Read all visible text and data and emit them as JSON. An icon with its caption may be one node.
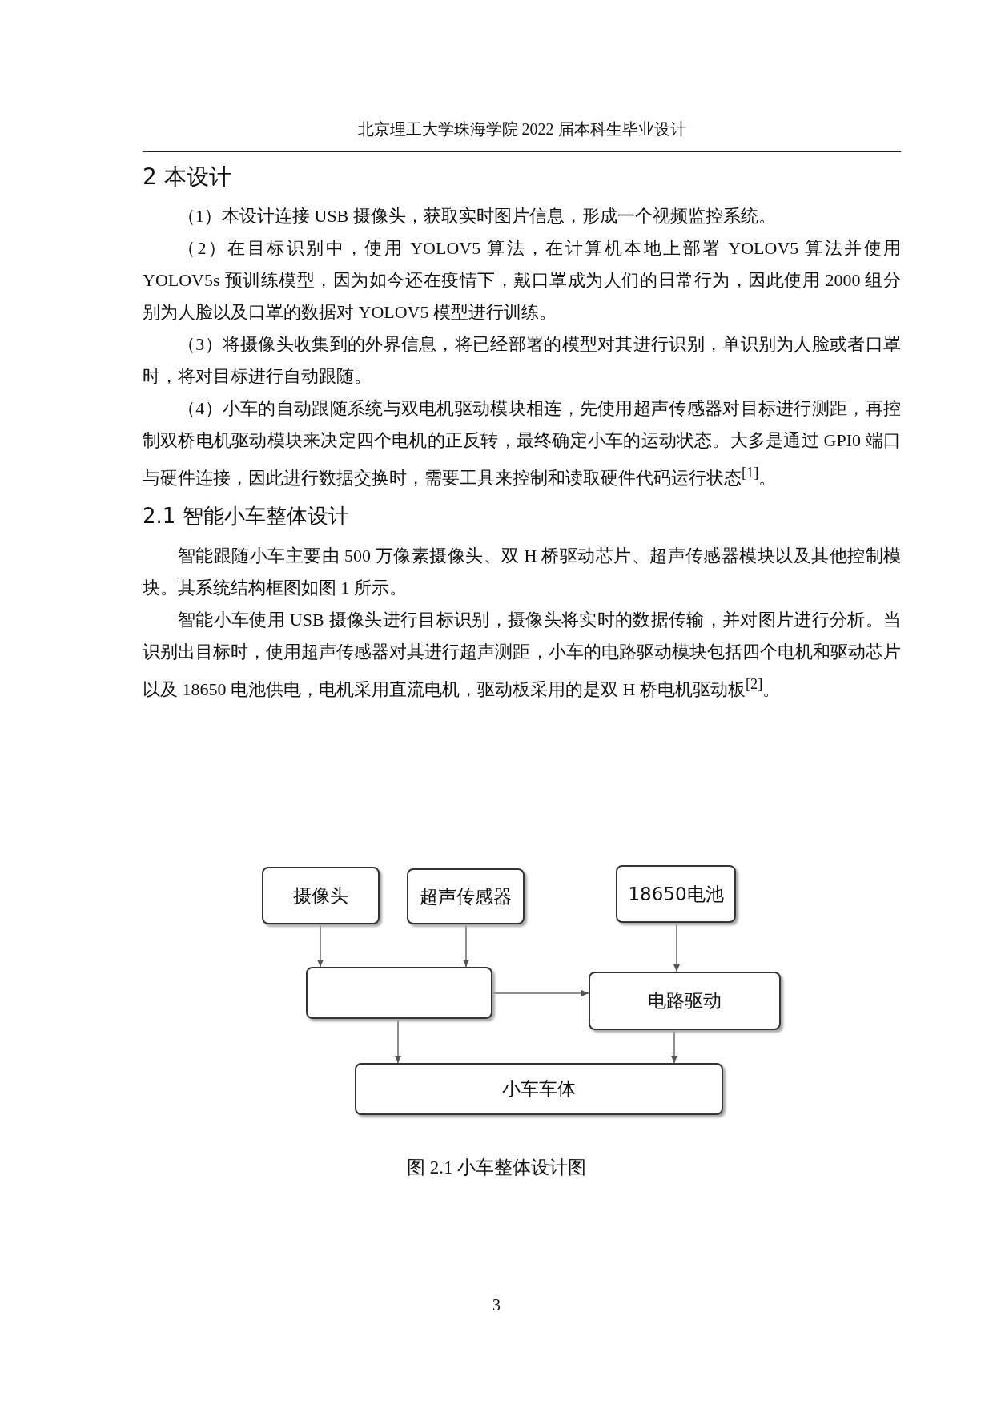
{
  "diagram": {
    "caption": "图 2.1  小车整体设计图",
    "nodes": [
      {
        "text": [
          "摄像头"
        ]
      },
      {
        "text": [
          "超声传感器"
        ]
      },
      {
        "text": [
          "18650电池"
        ]
      },
      {
        "text": [],
        "shape": "box"
      },
      {
        "text": [
          "电路驱动"
        ]
      },
      {
        "text": [
          "小车车体"
        ]
      }
    ],
    "edges": [
      {
        "from": 0,
        "to": 3,
        "arrow": "to"
      },
      {
        "from": 1,
        "to": 3,
        "arrow": "to"
      },
      {
        "from": 2,
        "to": 4,
        "arrow": "to"
      },
      {
        "from": 3,
        "to": 4,
        "arrow": "to"
      },
      {
        "from": 3,
        "to": 5,
        "arrow": "to"
      },
      {
        "from": 4,
        "to": 5,
        "arrow": "to"
      }
    ],
    "labels": [
      "北京理工大学珠海学院 2022 届本科生毕业设计",
      "2  本设计",
      "（1）本设计连接 USB 摄像头，获取实时图片信息，形成一个视频监控系统。",
      "（2）在目标识别中，使用 YOLOV5 算法，在计算机本地上部署 YOLOV5 算法并使用 YOLOV5s 预训练模型，因为如今还在疫情下，戴口罩成为人们的日常行为，因此使用 2000 组分别为人脸以及口罩的数据对 YOLOV5 模型进行训练。",
      "（3）将摄像头收集到的外界信息，将已经部署的模型对其进行识别，单识别为人脸或者口罩时，将对目标进行自动跟随。",
      "（4）小车的自动跟随系统与双电机驱动模块相连，先使用超声传感器对目标进行测距，再控制双桥电机驱动模块来决定四个电机的正反转，最终确定小车的运动状态。大多是通过 GPI0 端口与硬件连接，因此进行数据交换时，需要工具来控制和读取硬件代码运行状态$^{[1]}$。",
      "2.1  智能小车整体设计",
      "智能跟随小车主要由 500 万像素摄像头、双 H 桥驱动芯片、超声传感器模块以及其他控制模块。其系统结构框图如图 1 所示。",
      "智能小车使用 USB 摄像头进行目标识别，摄像头将实时的数据传输，并对图片进行分析。当识别出目标时，使用超声传感器对其进行超声测距，小车的电路驱动模块包括四个电机和驱动芯片以及 18650 电池供电，电机采用直流电机，驱动板采用的是双 H 桥电机驱动板$^{[2]}$。",
      "3"
    ]
  }
}
